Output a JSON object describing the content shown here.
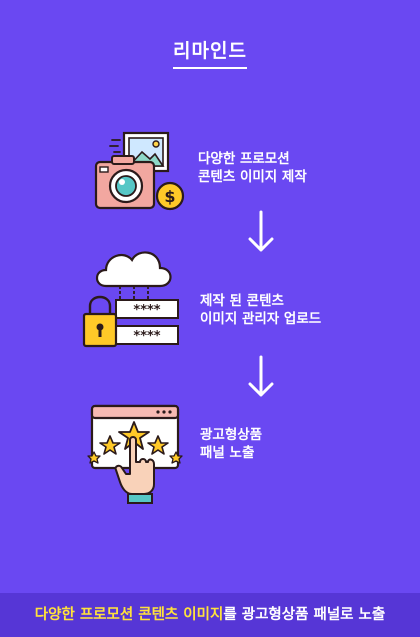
{
  "title": "리마인드",
  "steps": [
    {
      "line1": "다양한 프로모션",
      "line2": "콘텐츠 이미지 제작",
      "icon": "camera-photo-coin-icon"
    },
    {
      "line1": "제작 된 콘텐츠",
      "line2": "이미지 관리자 업로드",
      "icon": "cloud-lock-password-icon"
    },
    {
      "line1": "광고형상품",
      "line2": "패널 노출",
      "icon": "star-rating-hand-icon"
    }
  ],
  "banner": {
    "highlight": "다양한 프로모션 콘텐츠 이미지",
    "rest": "를 광고형상품 패널로 노출"
  },
  "colors": {
    "background": "#6a48f2",
    "banner": "#5636d6",
    "highlight": "#ffe23b"
  }
}
